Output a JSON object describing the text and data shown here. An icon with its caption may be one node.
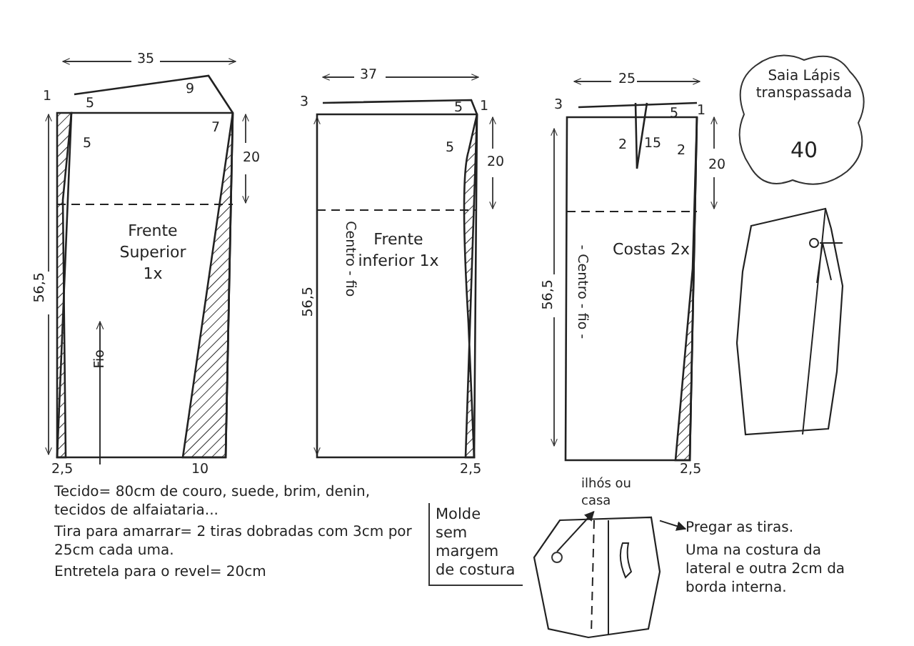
{
  "diagram": {
    "nodes": [
      {
        "text": [
          "Frente Superior 1x"
        ]
      },
      {
        "text": [
          "Frente inferior 1x"
        ]
      },
      {
        "text": [
          "Costas 2x"
        ]
      },
      {
        "text": [
          "Saia Lápis transpassada",
          "40"
        ]
      },
      {
        "text": [],
        "shape": "picture"
      },
      {
        "text": [],
        "shape": "picture"
      },
      {
        "text": [
          "ilhós ou casa"
        ]
      },
      {
        "text": [],
        "shape": "circle",
        "in": 5
      },
      {
        "text": [
          "Pregar as tiras."
        ]
      }
    ],
    "edges": [
      {
        "from": 7,
        "to": 6,
        "arrow": "to"
      },
      {
        "from": 5,
        "to": 8,
        "arrow": "to"
      }
    ],
    "labels": [
      "35",
      "1",
      "5",
      "5",
      "9",
      "7",
      "20",
      "56,5",
      "Fio",
      "2,5",
      "10",
      "37",
      "3",
      "5",
      "1",
      "5",
      "20",
      "56,5",
      "Centro - fio",
      "2,5",
      "25",
      "3",
      "5",
      "1",
      "2",
      "15",
      "2",
      "20",
      "56,5",
      "- Centro - fio -",
      "2,5",
      "Molde sem margem de costura",
      "Uma na costura da lateral e outra 2cm da borda interna.",
      "Tecido= 80cm de couro, suede, brim, denin, tecidos de alfaiataria...",
      "Tira para amarrar= 2 tiras dobradas com 3cm por 25cm cada uma.",
      "Entretela para o revel= 20cm"
    ]
  }
}
